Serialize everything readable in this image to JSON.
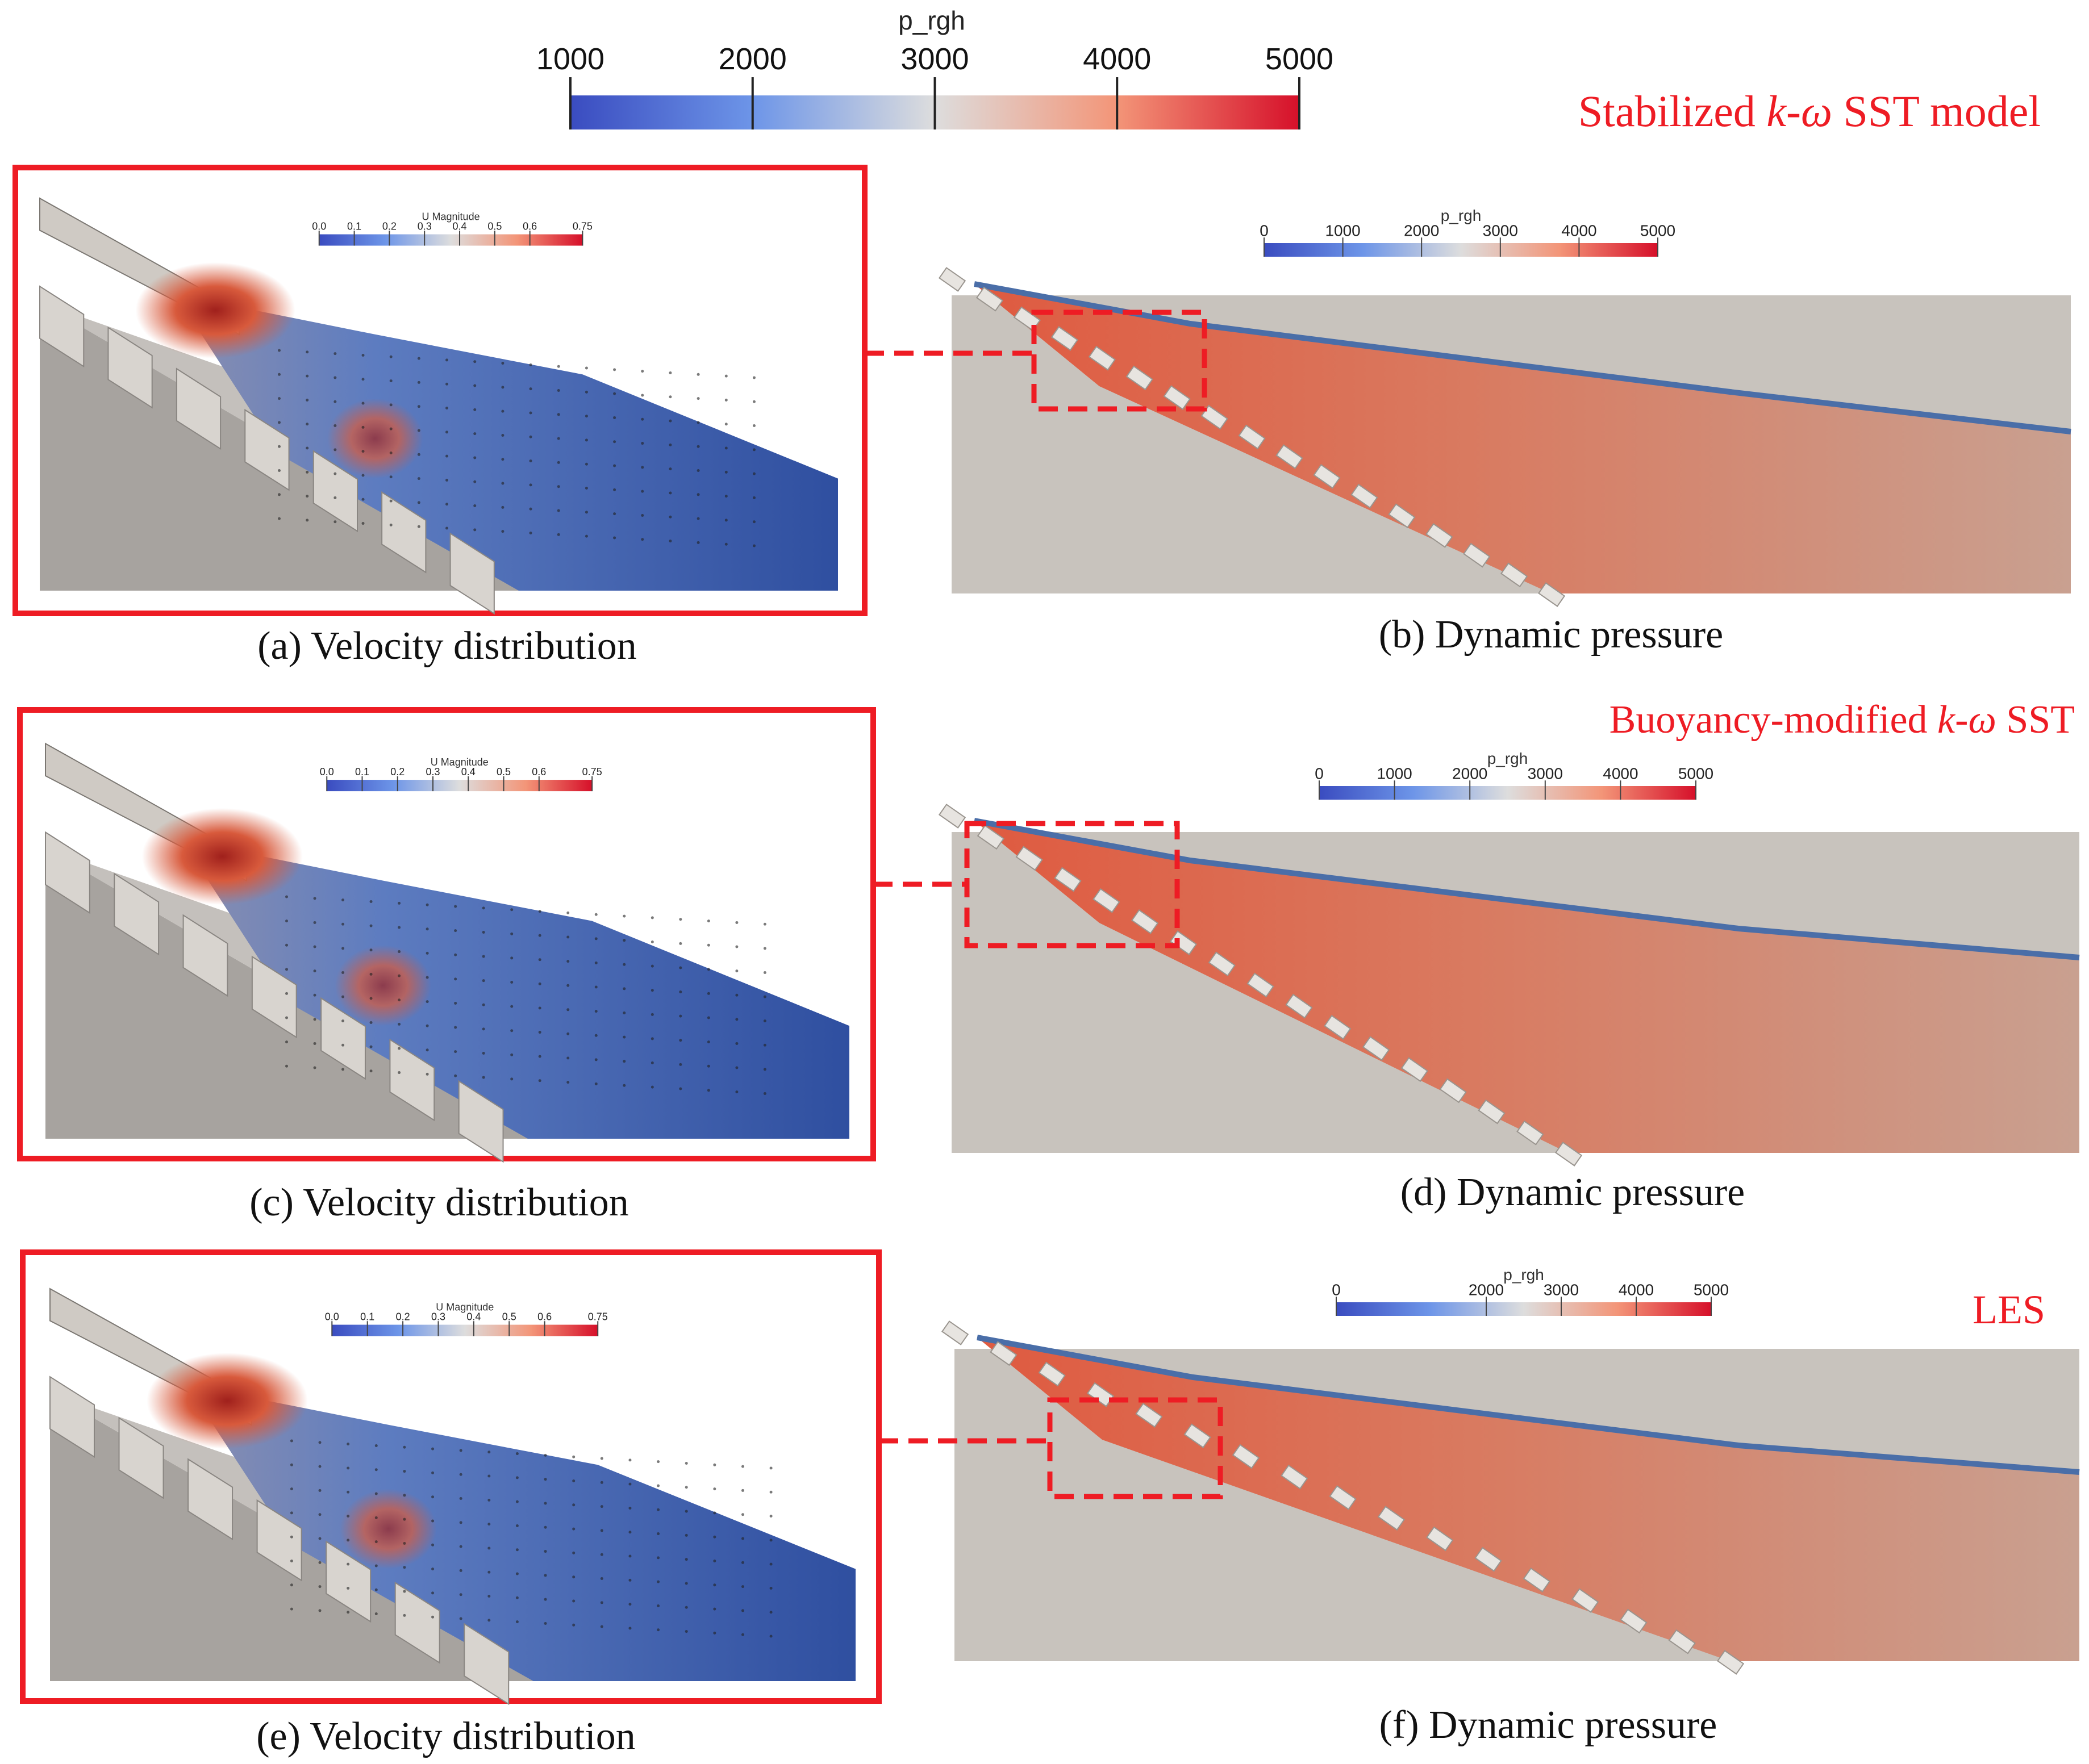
{
  "main_colorbar": {
    "title": "p_rgh",
    "ticks": [
      "1000",
      "2000",
      "3000",
      "4000",
      "5000"
    ],
    "range": [
      1000,
      5000
    ]
  },
  "rows": [
    {
      "model_label": {
        "pre": "Stabilized ",
        "k": "k",
        "dash": "-",
        "omega": "ω",
        "post": " SST model"
      },
      "left_caption": "(a) Velocity distribution",
      "right_caption": "(b) Dynamic pressure",
      "velocity_bar": {
        "title": "U Magnitude",
        "ticks": [
          "0.0",
          "0.1",
          "0.2",
          "0.3",
          "0.4",
          "0.5",
          "0.6",
          "0.75"
        ],
        "range": [
          0.0,
          0.75
        ]
      },
      "pressure_bar": {
        "title": "p_rgh",
        "ticks": [
          "0",
          "1000",
          "2000",
          "3000",
          "4000",
          "5000"
        ],
        "range": [
          0,
          5000
        ]
      }
    },
    {
      "model_label": {
        "pre": "Buoyancy-modified ",
        "k": "k",
        "dash": "-",
        "omega": "ω",
        "post": " SST"
      },
      "left_caption": "(c) Velocity distribution",
      "right_caption": "(d) Dynamic pressure",
      "velocity_bar": {
        "title": "U Magnitude",
        "ticks": [
          "0.0",
          "0.1",
          "0.2",
          "0.3",
          "0.4",
          "0.5",
          "0.6",
          "0.75"
        ],
        "range": [
          0.0,
          0.75
        ]
      },
      "pressure_bar": {
        "title": "p_rgh",
        "ticks": [
          "0",
          "1000",
          "2000",
          "3000",
          "4000",
          "5000"
        ],
        "range": [
          0,
          5000
        ]
      }
    },
    {
      "model_label": {
        "pre": "LES",
        "k": "",
        "dash": "",
        "omega": "",
        "post": ""
      },
      "left_caption": "(e) Velocity distribution",
      "right_caption": "(f) Dynamic pressure",
      "velocity_bar": {
        "title": "U Magnitude",
        "ticks": [
          "0.0",
          "0.1",
          "0.2",
          "0.3",
          "0.4",
          "0.5",
          "0.6",
          "0.75"
        ],
        "range": [
          0.0,
          0.75
        ]
      },
      "pressure_bar": {
        "title": "p_rgh",
        "ticks": [
          "0",
          "2000",
          "3000",
          "4000",
          "5000"
        ],
        "range": [
          0,
          5000
        ]
      }
    }
  ],
  "colors": {
    "highlight_red": "#ee1c24",
    "colormap_low": "#3a4cc0",
    "colormap_mid": "#dddddd",
    "colormap_high": "#d6102a",
    "pressure_field": "#d9725a",
    "solid_gray": "#bfbab4",
    "water_blue": "#3f67b4"
  }
}
